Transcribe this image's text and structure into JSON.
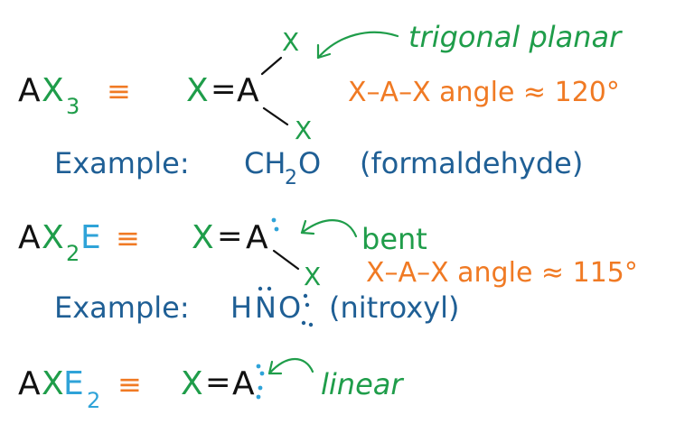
{
  "colors": {
    "black": "#111111",
    "green": "#1f9d4a",
    "orange": "#f07a24",
    "blue": "#1f5f95",
    "cyan": "#2fa3d8"
  },
  "row1": {
    "formula": {
      "a": "A",
      "x": "X",
      "sub": "3",
      "eq": "≡"
    },
    "structure": {
      "x_left": "X",
      "bond": "=",
      "center": "A",
      "x_top": "X",
      "x_bottom": "X"
    },
    "shape_label": "trigonal planar",
    "angle": "X–A–X angle ≈ 120°",
    "example_prefix": "Example:",
    "example_formula_main": "CH",
    "example_formula_sub": "2",
    "example_formula_end": "O",
    "example_name": "(formaldehyde)"
  },
  "row2": {
    "formula": {
      "a": "A",
      "x": "X",
      "sub": "2",
      "e": "E",
      "eq": "≡"
    },
    "structure": {
      "x_left": "X",
      "bond": "=",
      "center": "A",
      "x_bottom": "X"
    },
    "shape_label": "bent",
    "angle": "X–A–X angle ≈ 115°",
    "example_prefix": "Example:",
    "example_h": "H",
    "example_n": "N",
    "example_o": "O",
    "example_name": "(nitroxyl)"
  },
  "row3": {
    "formula": {
      "a": "A",
      "x": "X",
      "e": "E",
      "sub": "2",
      "eq": "≡"
    },
    "structure": {
      "x_left": "X",
      "bond": "=",
      "center": "A"
    },
    "shape_label": "linear"
  },
  "icons": {
    "lone_pair": "lone-pair-dots-icon",
    "arrow": "curved-arrow-icon"
  }
}
